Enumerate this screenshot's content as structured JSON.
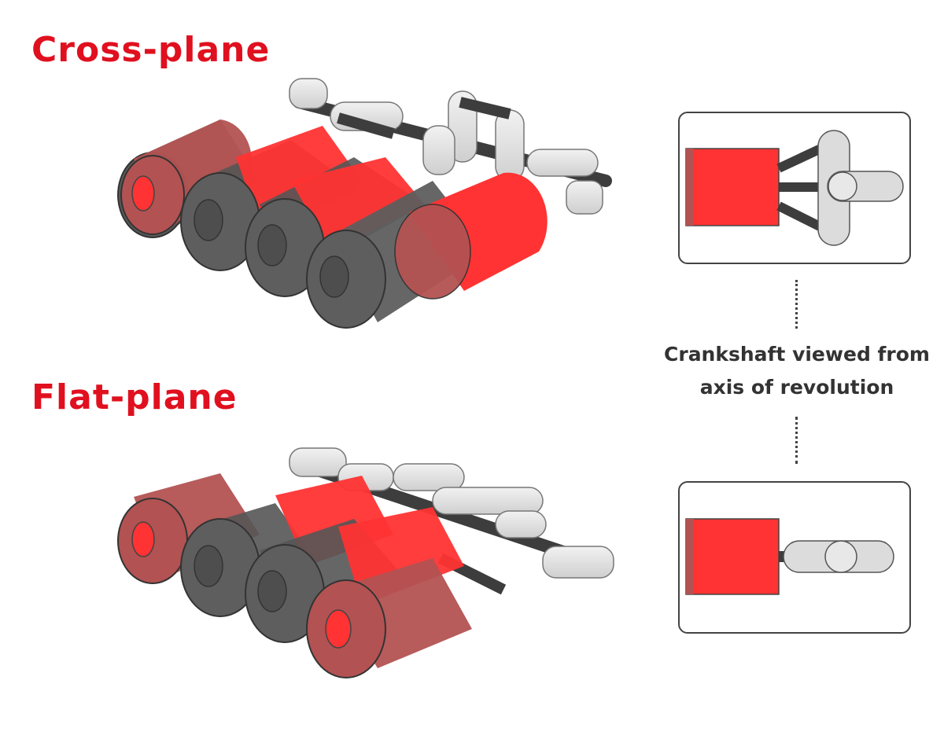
{
  "colors": {
    "title": "#e0101f",
    "piston_bright": "#ff3333",
    "piston_muted": "#b35252",
    "cylinder": "#5e5e5e",
    "crank_part": "#dcdcdc",
    "caption": "#333333"
  },
  "sections": {
    "cross_plane": {
      "title": "Cross-plane"
    },
    "flat_plane": {
      "title": "Flat-plane"
    }
  },
  "caption": {
    "line1": "Crankshaft viewed from",
    "line2": "axis of revolution"
  }
}
